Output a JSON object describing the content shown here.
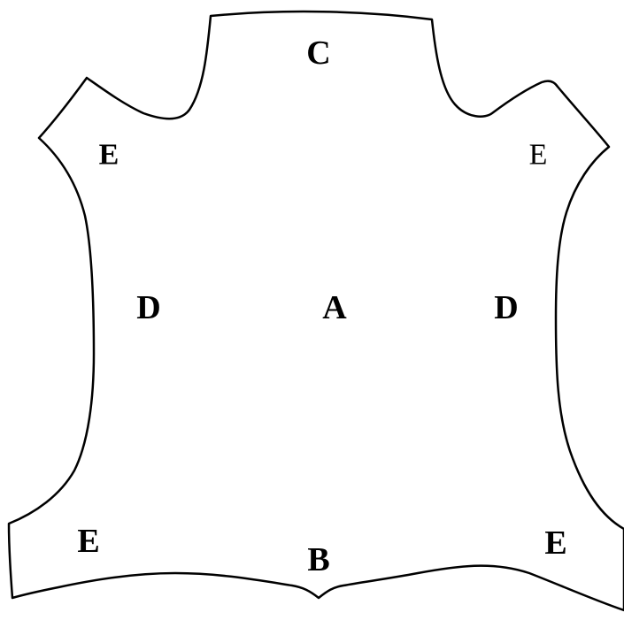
{
  "diagram": {
    "outline_color": "#000000",
    "background_color": "#ffffff",
    "labels": {
      "neck": "C",
      "shoulder_left": "E",
      "shoulder_right": "E",
      "belly_left": "D",
      "center": "A",
      "belly_right": "D",
      "hind_left": "E",
      "butt": "B",
      "hind_right": "E"
    }
  }
}
